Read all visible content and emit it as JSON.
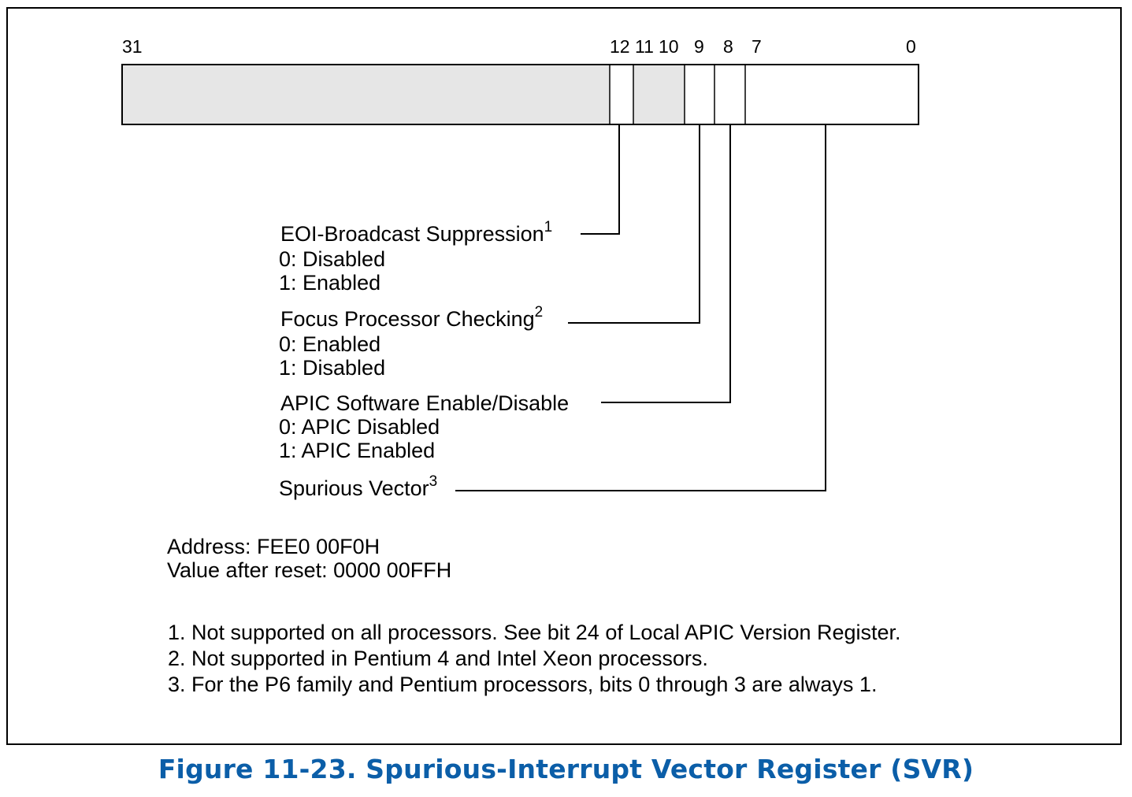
{
  "bit_labels": {
    "b31": "31",
    "b12": "12",
    "b11": "11",
    "b10": "10",
    "b9": "9",
    "b8": "8",
    "b7": "7",
    "b0": "0"
  },
  "fields": {
    "eoi": {
      "name": "EOI-Broadcast Suppression",
      "note": "1",
      "line0": "0: Disabled",
      "line1": "1: Enabled"
    },
    "focus": {
      "name": "Focus Processor Checking",
      "note": "2",
      "line0": "0: Enabled",
      "line1": "1: Disabled"
    },
    "apic": {
      "name": "APIC Software Enable/Disable",
      "line0": "0: APIC Disabled",
      "line1": "1: APIC Enabled"
    },
    "spurious": {
      "name": "Spurious Vector",
      "note": "3"
    }
  },
  "register_info": {
    "address": "Address: FEE0 00F0H",
    "reset_value": "Value after reset: 0000 00FFH"
  },
  "footnotes": [
    "1. Not supported on all processors. See bit 24 of Local APIC Version Register.",
    "2. Not supported in Pentium 4 and Intel Xeon processors.",
    "3. For the P6 family and Pentium processors, bits 0 through 3 are always 1."
  ],
  "caption": "Figure 11-23.  Spurious-Interrupt Vector Register (SVR)",
  "colors": {
    "reserved_fill": "#e6e6e6",
    "caption_color": "#0b5ea8"
  }
}
